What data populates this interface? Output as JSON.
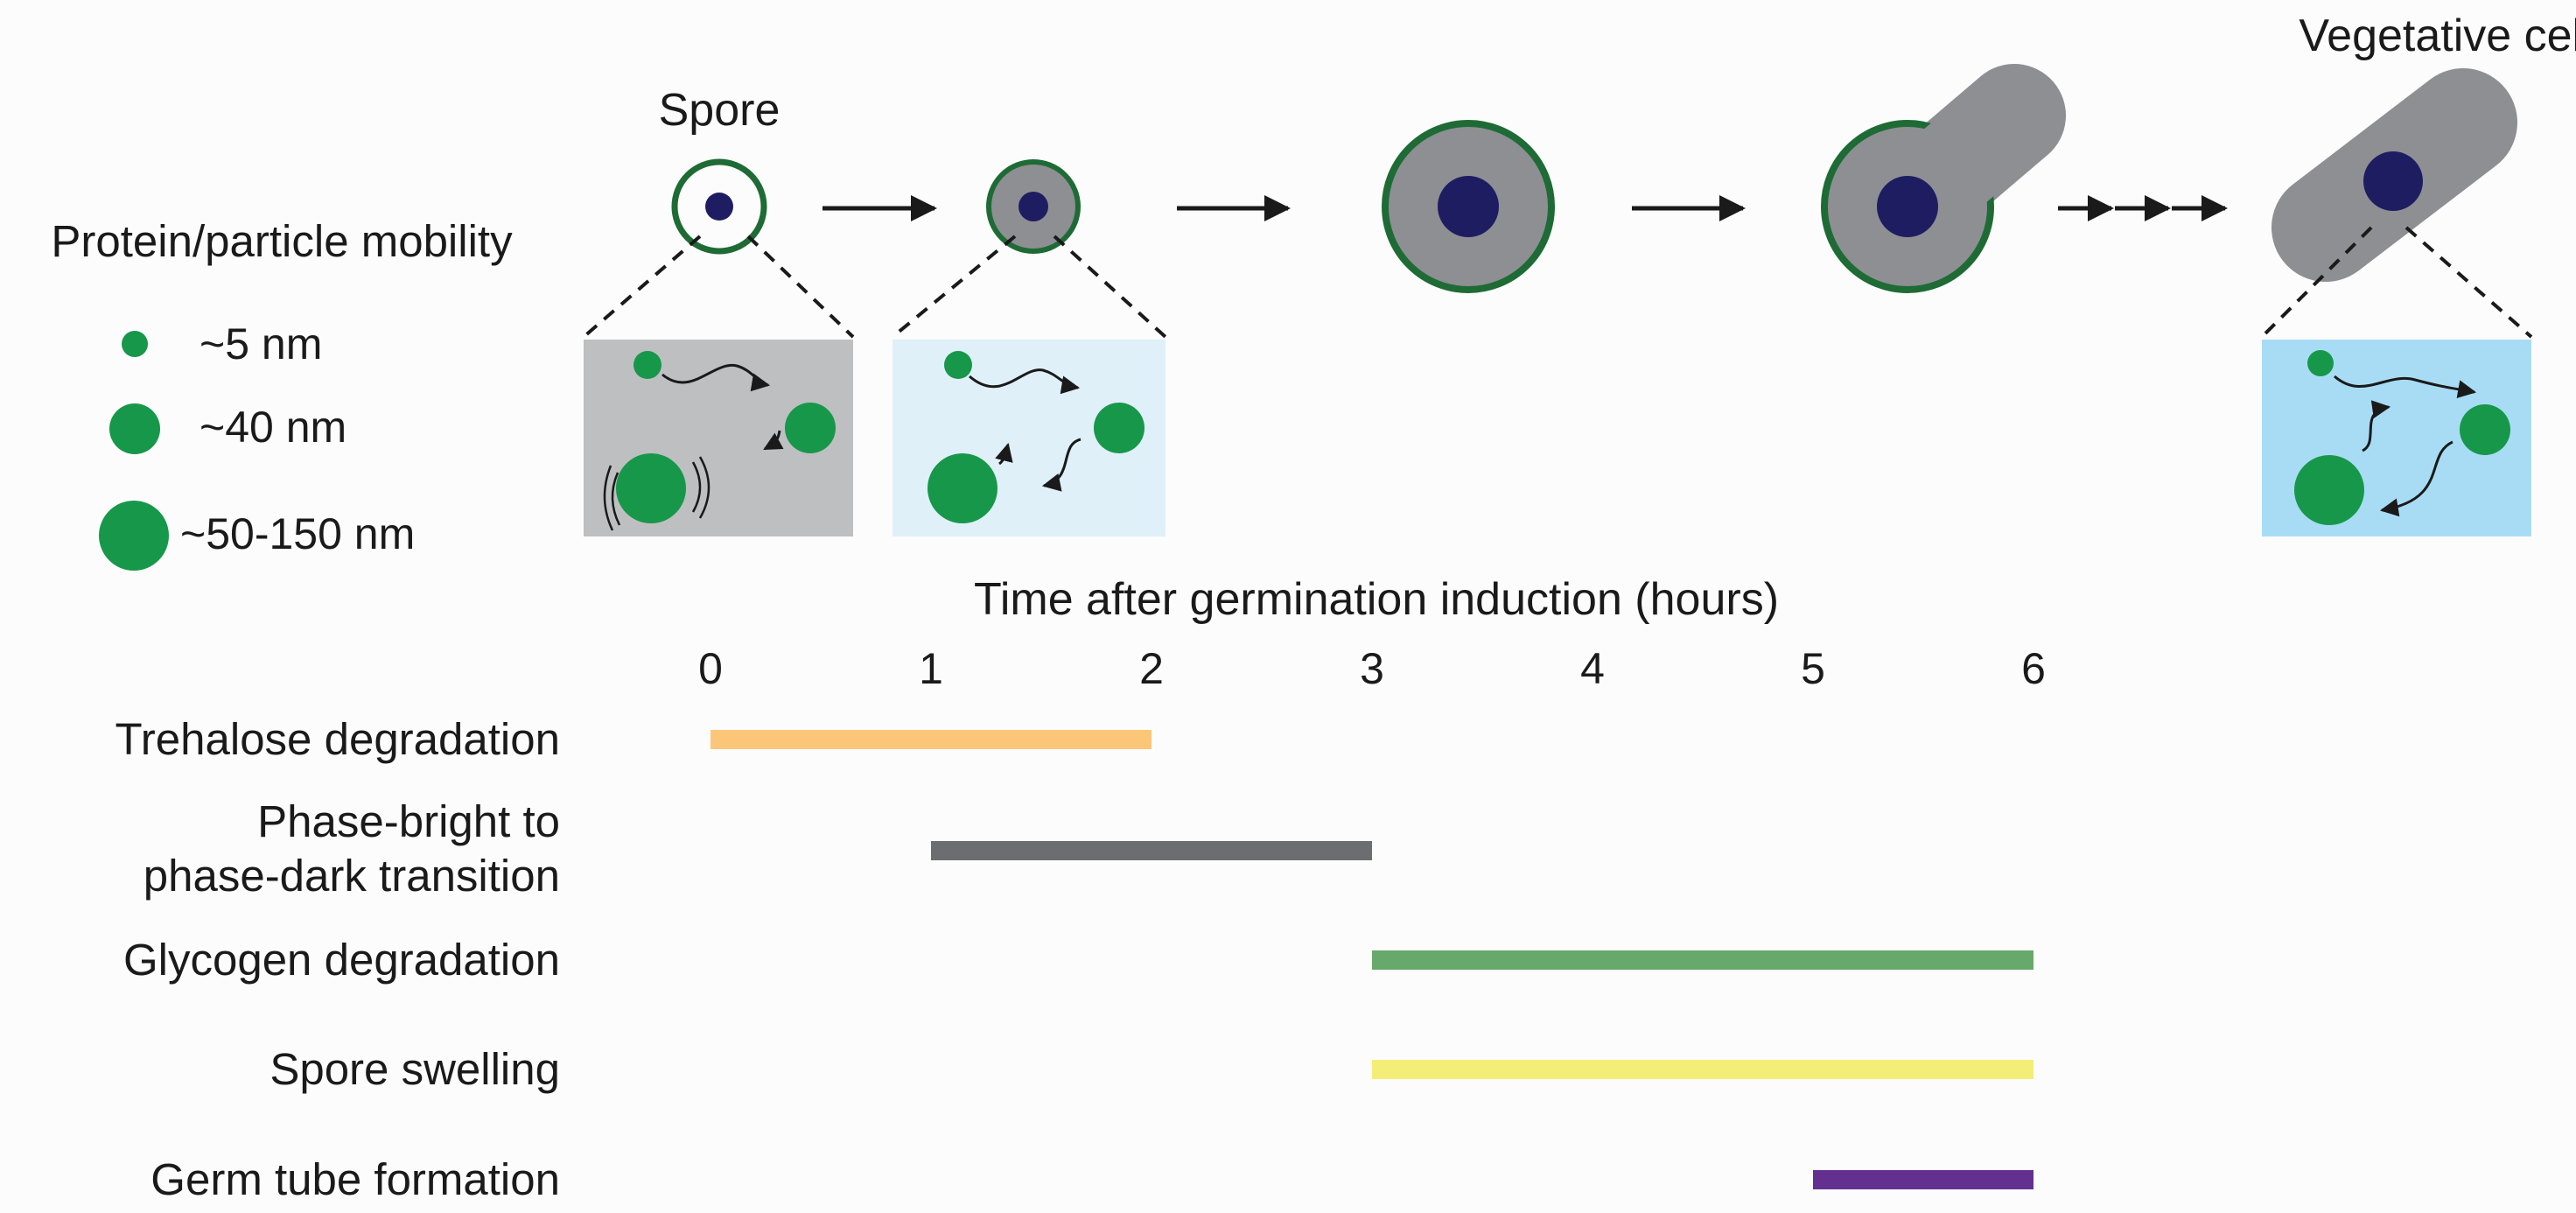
{
  "stages": {
    "spore_label": "Spore",
    "vegetative_label": "Vegetative cell"
  },
  "mobility_legend": {
    "title": "Protein/particle mobility",
    "items": [
      {
        "label": "~5 nm"
      },
      {
        "label": "~40 nm"
      },
      {
        "label": "~50-150 nm"
      }
    ]
  },
  "timeline": {
    "axis_title": "Time after germination induction (hours)",
    "ticks": [
      "0",
      "1",
      "2",
      "3",
      "4",
      "5",
      "6"
    ],
    "events": [
      {
        "label": "Trehalose degradation",
        "start": 0,
        "end": 2,
        "color": "#fcc679"
      },
      {
        "label_lines": [
          "Phase-bright to",
          "phase-dark transition"
        ],
        "start": 1,
        "end": 3,
        "color": "#6b6d70"
      },
      {
        "label": "Glycogen degradation",
        "start": 3,
        "end": 6,
        "color": "#67a86b"
      },
      {
        "label": "Spore swelling",
        "start": 3,
        "end": 6,
        "color": "#f4ee79"
      },
      {
        "label": "Germ tube formation",
        "start": 5,
        "end": 6,
        "color": "#64308f"
      }
    ]
  },
  "colors": {
    "cell_wall": "#1e6b35",
    "cytoplasm": "#8d8f93",
    "nucleus": "#1f1d61",
    "particle": "#17974a",
    "spore_box": "#bebfc1",
    "early_box": "#dff0f9",
    "veg_box": "#a8dcf5",
    "arrow": "#1a1a1a"
  }
}
